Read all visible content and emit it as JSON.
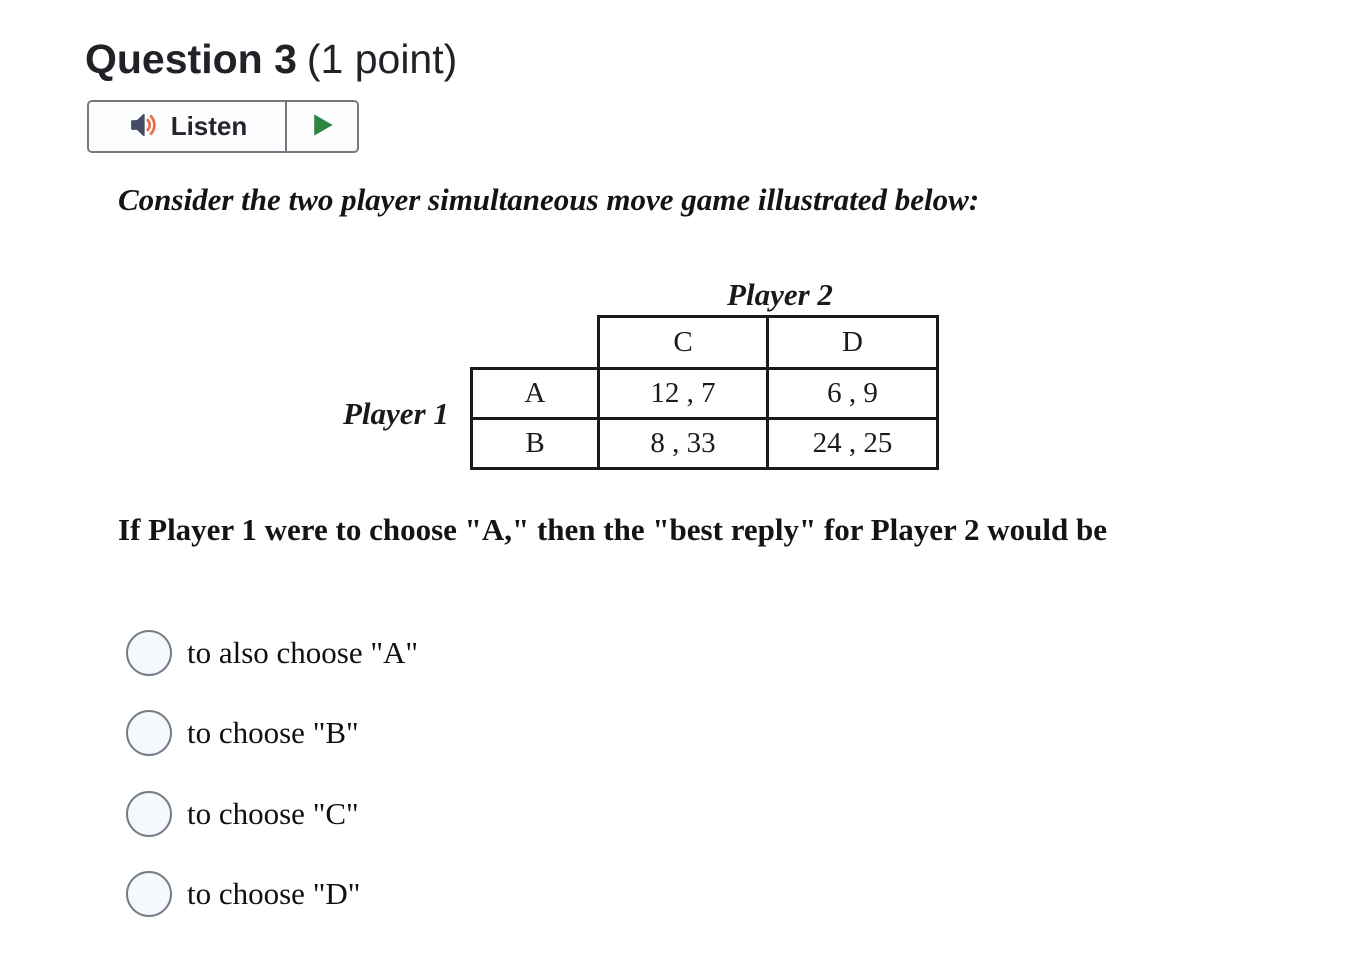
{
  "header": {
    "title": "Question 3",
    "points": "(1 point)"
  },
  "toolbar": {
    "listen_label": "Listen"
  },
  "question": {
    "intro": "Consider the two player simultaneous move game illustrated below:",
    "prompt": "If Player 1 were to choose \"A,\" then the \"best reply\" for Player 2 would be"
  },
  "game_matrix": {
    "player2_label": "Player 2",
    "player1_label": "Player 1",
    "col_headers": [
      "C",
      "D"
    ],
    "row_headers": [
      "A",
      "B"
    ],
    "payoffs": [
      [
        "12 , 7",
        "6 , 9"
      ],
      [
        "8 , 33",
        "24 , 25"
      ]
    ]
  },
  "options": [
    "to also choose \"A\"",
    "to choose \"B\"",
    "to choose \"C\"",
    "to choose \"D\""
  ],
  "colors": {
    "speaker_icon": "#454a66",
    "sound_waves": "#ed6a45",
    "play_icon": "#2e8540",
    "button_border": "#75797e",
    "button_background": "#fcfdfe",
    "table_border": "#1a1a1a",
    "radio_border": "#757c85",
    "radio_fill": "#f5f8fd",
    "heading_text": "#202227",
    "body_text": "#141414"
  }
}
